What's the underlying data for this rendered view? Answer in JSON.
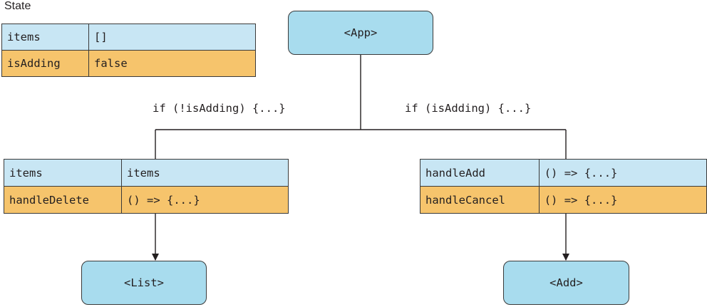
{
  "state": {
    "title": "State",
    "rows": [
      {
        "key": "items",
        "value": "[]"
      },
      {
        "key": "isAdding",
        "value": "false"
      }
    ]
  },
  "app_node": {
    "label": "<App>"
  },
  "conditions": {
    "left": "if (!isAdding) {...}",
    "right": "if (isAdding) {...}"
  },
  "list_props": {
    "rows": [
      {
        "key": "items",
        "value": "items"
      },
      {
        "key": "handleDelete",
        "value": "() => {...}"
      }
    ]
  },
  "add_props": {
    "rows": [
      {
        "key": "handleAdd",
        "value": "() => {...}"
      },
      {
        "key": "handleCancel",
        "value": "() => {...}"
      }
    ]
  },
  "list_node": {
    "label": "<List>"
  },
  "add_node": {
    "label": "<Add>"
  },
  "colors": {
    "blue_row": "#c8e6f4",
    "orange_row": "#f6c46c",
    "node_fill": "#a8dcee",
    "line": "#231f20"
  }
}
